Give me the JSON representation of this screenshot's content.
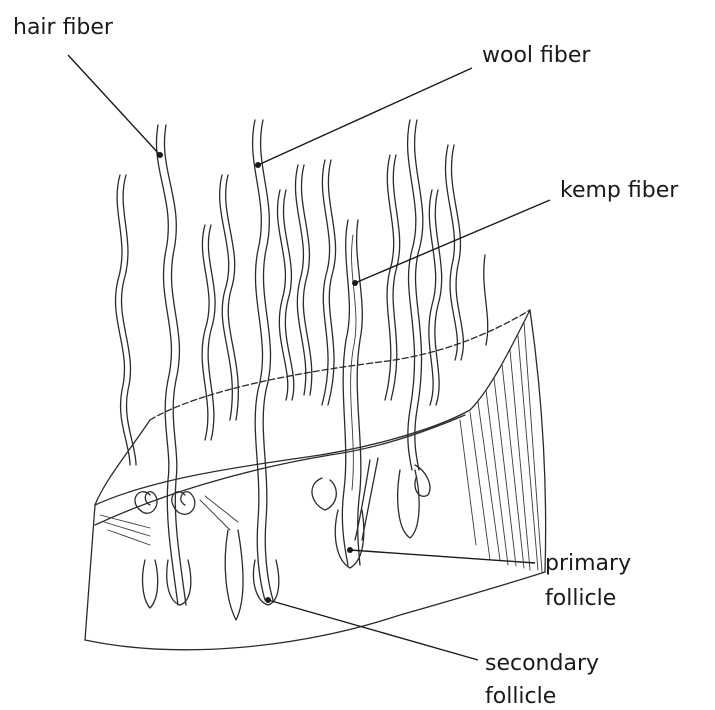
{
  "labels": {
    "hair_fiber": "hair fiber",
    "wool_fiber": "wool fiber",
    "kemp_fiber": "kemp fiber",
    "primary_follicle_line1": "primary",
    "primary_follicle_line2": "follicle",
    "secondary_follicle_line1": "secondary",
    "secondary_follicle_line2": "follicle"
  },
  "colors": {
    "ink": "#2b2b2b",
    "text": "#1a1a1a",
    "background": "#ffffff"
  }
}
